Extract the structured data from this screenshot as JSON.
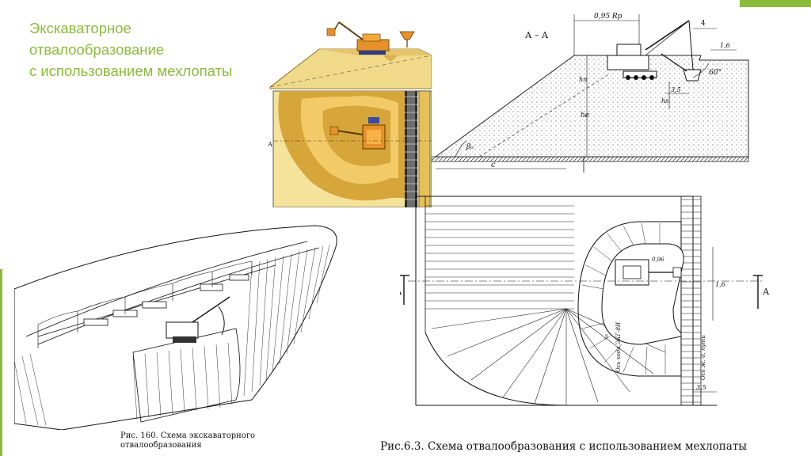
{
  "slide": {
    "title_lines": [
      "Экскаваторное",
      "отвалообразование",
      "с использованием мехлопаты"
    ],
    "accent_color": "#8bbb3b"
  },
  "color_figure": {
    "label": "А"
  },
  "section_figure": {
    "title": "А – А",
    "dim_top": "0,95 Rp",
    "dim_4": "4",
    "dim_16": "1,6",
    "angle": "60°",
    "dim_35": "3,5",
    "label_hn": "hп",
    "label_he": "hе",
    "label_hs": "hs",
    "label_beta": "β₀",
    "label_c": "c"
  },
  "plan_figure": {
    "label_a_left": "А",
    "label_a_right": "А",
    "dim_096": "0,96",
    "dim_16": "1,6",
    "axis_shovel": "Ось хода ЭКГ-8И",
    "axis_rail": "Ось ж. д. пути",
    "dim_35": "3,5",
    "dim_3": "3"
  },
  "captions": {
    "left": "Рис. 160. Схема экскаваторного отвалообразования",
    "right": "Рис.6.3. Схема отвалообразования с использованием мехлопаты"
  }
}
